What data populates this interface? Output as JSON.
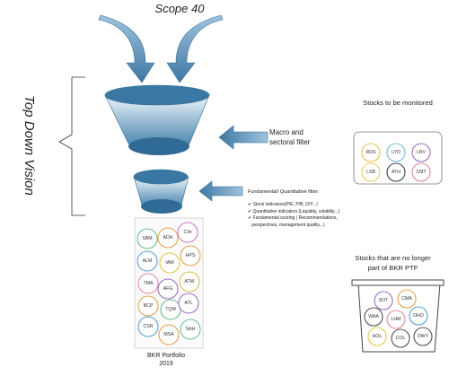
{
  "scope_title": "Scope 40",
  "vision_label": "Top Down Vision",
  "macro_filter_label": [
    "Macro and",
    "sectoral filter"
  ],
  "fundamental_filter": {
    "title": "Fundamental/ Quantitative filter:",
    "items": [
      "Stock indicators(P/E, P/B, D/Y...)",
      "Quantitative indicators (Liquidity, volatility...)",
      "Fundamental scoring ( Recommendations,",
      "perspectives, management quality...)"
    ]
  },
  "monitored": {
    "title": "Stocks to be monitored",
    "stocks": [
      {
        "ticker": "RDS",
        "color": "#f0c05a"
      },
      {
        "ticker": "LYD",
        "color": "#7bb8e0"
      },
      {
        "ticker": "LBV",
        "color": "#9b6fc4"
      },
      {
        "ticker": "LSB",
        "color": "#e8d36a"
      },
      {
        "ticker": "ATH",
        "color": "#444444"
      },
      {
        "ticker": "CMT",
        "color": "#d98aa8"
      }
    ]
  },
  "portfolio": {
    "label_line1": "BKR Portfolio",
    "label_line2": "2019",
    "stocks": [
      {
        "ticker": "SBM",
        "color": "#6cc08f"
      },
      {
        "ticker": "ADH",
        "color": "#e8a04a"
      },
      {
        "ticker": "CIH",
        "color": "#c77ec5"
      },
      {
        "ticker": "HPS",
        "color": "#e8a04a"
      },
      {
        "ticker": "IAM",
        "color": "#e3c84a"
      },
      {
        "ticker": "ALM",
        "color": "#5aa0d8"
      },
      {
        "ticker": "TMA",
        "color": "#e58aa3"
      },
      {
        "ticker": "AFG",
        "color": "#9b6fc4"
      },
      {
        "ticker": "ATW",
        "color": "#d8c24a"
      },
      {
        "ticker": "BCP",
        "color": "#e8a04a"
      },
      {
        "ticker": "TQM",
        "color": "#6cc08f"
      },
      {
        "ticker": "ATL",
        "color": "#9b6fc4"
      },
      {
        "ticker": "CSR",
        "color": "#5aa0d8"
      },
      {
        "ticker": "MSA",
        "color": "#e8a04a"
      },
      {
        "ticker": "SAH",
        "color": "#6cc08f"
      }
    ]
  },
  "no_longer": {
    "title_line1": "Stocks that are no longer",
    "title_line2": "part of BKR PTF",
    "stocks": [
      {
        "ticker": "SOT",
        "color": "#9b6fc4"
      },
      {
        "ticker": "CMA",
        "color": "#e8a04a"
      },
      {
        "ticker": "WAA",
        "color": "#555555"
      },
      {
        "ticker": "LHM",
        "color": "#e58aa3"
      },
      {
        "ticker": "DHO",
        "color": "#5aa0d8"
      },
      {
        "ticker": "HOL",
        "color": "#e3c84a"
      },
      {
        "ticker": "COL",
        "color": "#555555"
      },
      {
        "ticker": "DWY",
        "color": "#555555"
      }
    ]
  },
  "colors": {
    "funnel_top": "#e9f3fa",
    "funnel_bottom": "#4a86b0",
    "funnel_rim": "#2f6b94",
    "arrow": "#4a7fa8",
    "box_border": "#777777"
  }
}
